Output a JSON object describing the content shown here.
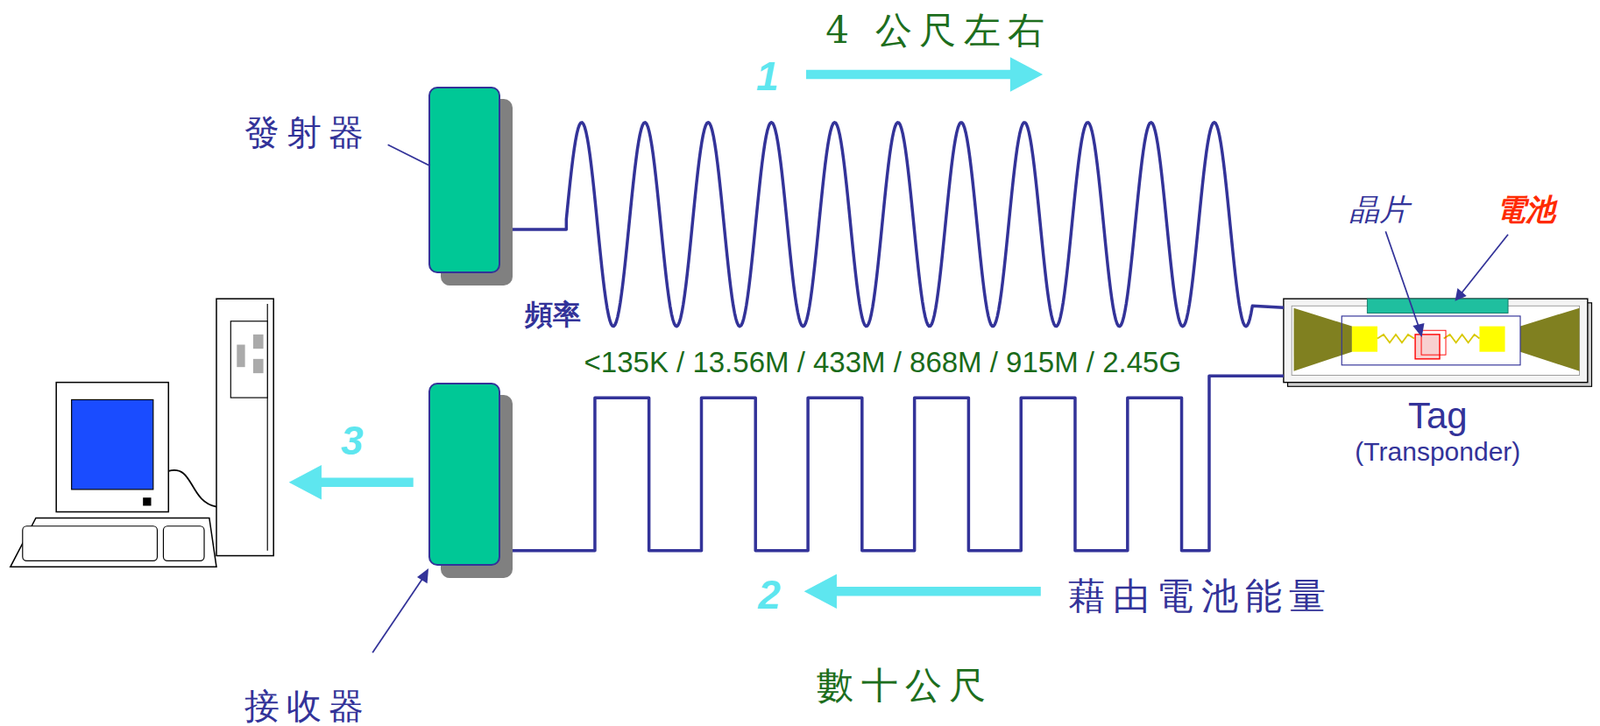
{
  "diagram": {
    "nodes": [
      {
        "text": [
          "發射器"
        ]
      },
      {
        "text": [
          "Tag",
          "(Transponder)"
        ]
      },
      {
        "text": [
          "接收器"
        ]
      }
    ],
    "edges": [
      {
        "from": 0,
        "to": 1,
        "arrow": "none"
      },
      {
        "from": 1,
        "to": 2,
        "arrow": "none"
      }
    ],
    "labels": [
      "4 公尺左右",
      "1",
      "頻率",
      "<135K / 13.56M / 433M / 868M / 915M / 2.45G",
      "晶片",
      "電池",
      "3",
      "2",
      "藉由電池能量",
      "數十公尺"
    ]
  }
}
